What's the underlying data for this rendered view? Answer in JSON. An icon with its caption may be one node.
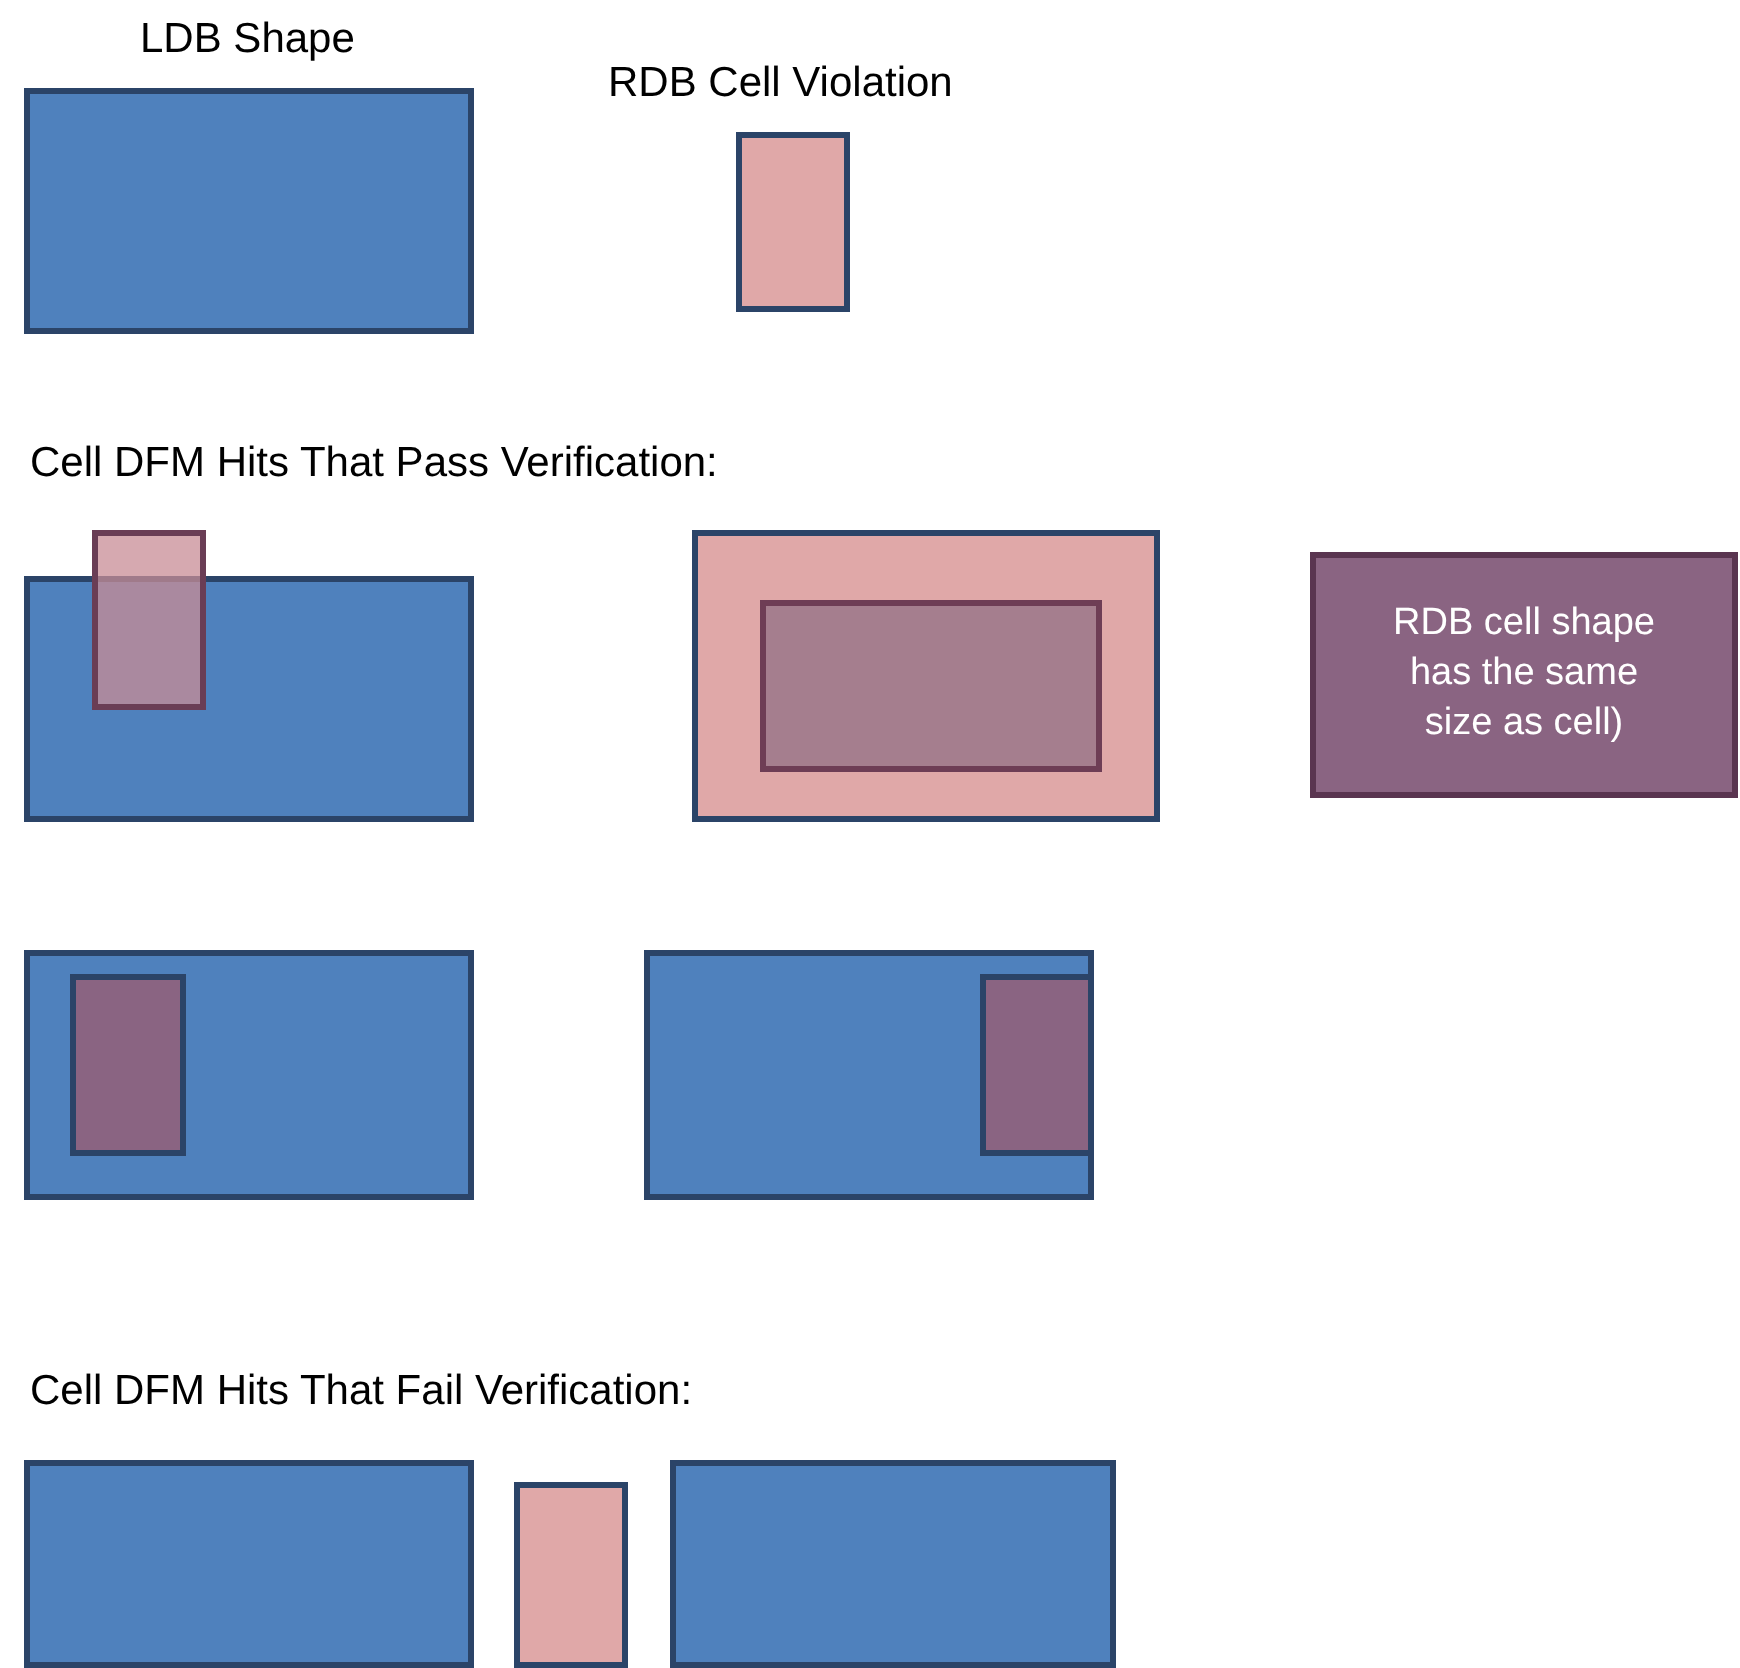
{
  "diagram": {
    "nodes": [
      {
        "text": [
          "LDB Shape"
        ]
      },
      {
        "text": [
          "RDB Cell Violation"
        ]
      },
      {
        "text": [],
        "shape": "box"
      },
      {
        "text": [],
        "shape": "box"
      },
      {
        "text": [],
        "shape": "box"
      },
      {
        "text": [],
        "shape": "box",
        "in": 4
      },
      {
        "text": [
          "RDB cell shape has the same size as cell)"
        ]
      },
      {
        "text": [],
        "shape": "box"
      },
      {
        "text": [],
        "shape": "box",
        "in": 7
      },
      {
        "text": [],
        "shape": "box"
      },
      {
        "text": [],
        "shape": "box",
        "in": 9
      },
      {
        "text": [],
        "shape": "box"
      },
      {
        "text": [],
        "shape": "box"
      },
      {
        "text": [],
        "shape": "box"
      }
    ],
    "edges": [],
    "labels": [
      "Cell DFM Hits That Pass Verification:",
      "Cell DFM Hits That Fail Verification:"
    ]
  }
}
